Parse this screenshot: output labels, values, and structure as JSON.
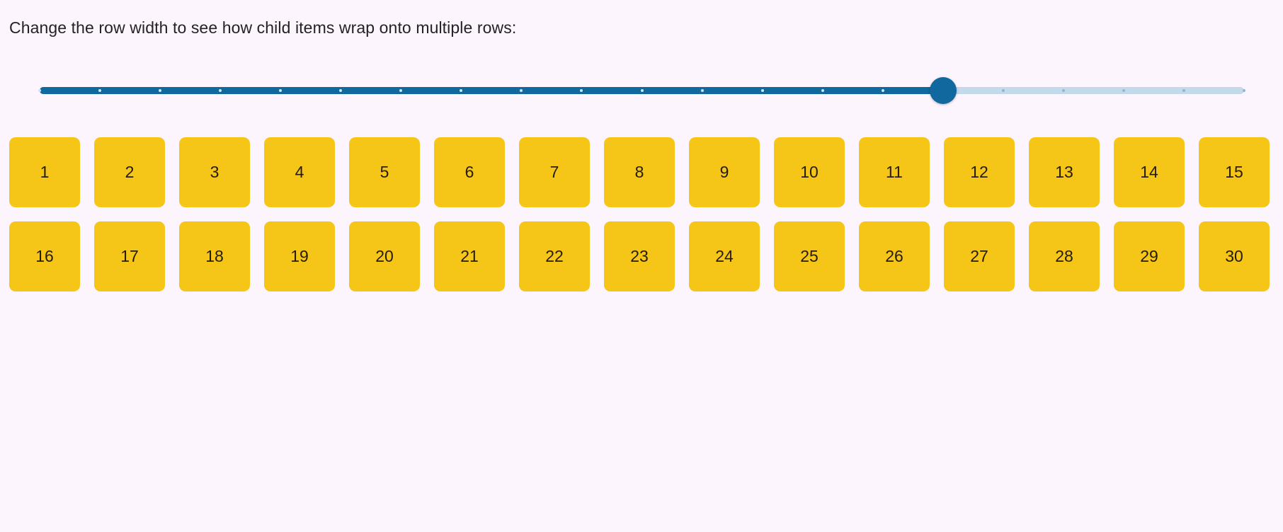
{
  "page": {
    "background_color": "#fdf5fd",
    "instruction": "Change the row width to see how child items wrap onto multiple rows:"
  },
  "slider": {
    "name": "row-width-slider",
    "orientation": "horizontal",
    "min": 0,
    "max": 20,
    "step": 1,
    "value": 15,
    "tick_count": 21,
    "value_percent": 75,
    "filled_color": "#11689f",
    "track_color": "#c4daea",
    "thumb_color": "#11689f",
    "tick_color_on_fill": "#cfe2f1",
    "tick_color_on_track": "#8fb6d4"
  },
  "items": {
    "count": 30,
    "per_row_visible": 15,
    "tile_color": "#f5c518",
    "tile_text_color": "#241c06",
    "labels": [
      "1",
      "2",
      "3",
      "4",
      "5",
      "6",
      "7",
      "8",
      "9",
      "10",
      "11",
      "12",
      "13",
      "14",
      "15",
      "16",
      "17",
      "18",
      "19",
      "20",
      "21",
      "22",
      "23",
      "24",
      "25",
      "26",
      "27",
      "28",
      "29",
      "30"
    ]
  }
}
